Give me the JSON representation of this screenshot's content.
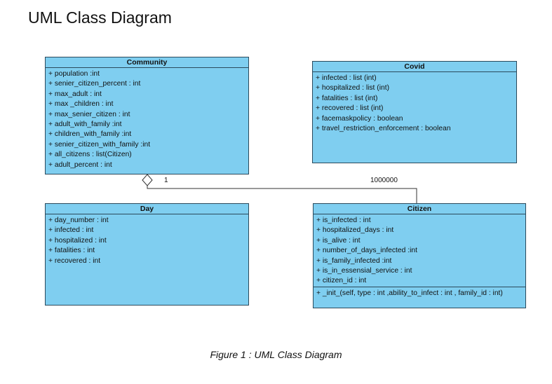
{
  "title": "UML Class Diagram",
  "classes": {
    "community": {
      "name": "Community",
      "attributes": [
        "+ population  :int",
        "+ senier_citizen_percent : int",
        "+ max_adult : int",
        "+ max _children : int",
        "+ max_senier_citizen : int",
        "+ adult_with_family :int",
        "+ children_with_family :int",
        "+ senier_citizen_with_family :int",
        "+ all_citizens : list(Citizen)",
        "+ adult_percent : int"
      ]
    },
    "covid": {
      "name": "Covid",
      "attributes": [
        "+ infected : list (int)",
        "+ hospitalized : list (int)",
        "+ fatalities : list (int)",
        "+ recovered : list (int)",
        "+ facemaskpolicy : boolean",
        "+ travel_restriction_enforcement : boolean"
      ]
    },
    "day": {
      "name": "Day",
      "attributes": [
        "+ day_number : int",
        "+ infected : int",
        "+ hospitalized : int",
        "+ fatalities : int",
        "+ recovered : int"
      ]
    },
    "citizen": {
      "name": "Citizen",
      "attributes": [
        "+ is_infected : int",
        "+ hospitalized_days : int",
        "+ is_alive : int",
        "+ number_of_days_infected :int",
        "+ is_family_infected :int",
        "+ is_in_essensial_service : int",
        "+ citizen_id : int"
      ],
      "operations": [
        "+ _init_(self, type :  int ,ability_to_infect : int , family_id : int)"
      ]
    }
  },
  "association": {
    "from": "Community",
    "to": "Citizen",
    "type": "aggregation",
    "from_multiplicity": "1",
    "to_multiplicity": "1000000"
  },
  "caption": "Figure 1 : UML Class Diagram",
  "colors": {
    "class_fill": "#7fcef0",
    "class_border": "#2b4a5c",
    "line": "#333333"
  }
}
